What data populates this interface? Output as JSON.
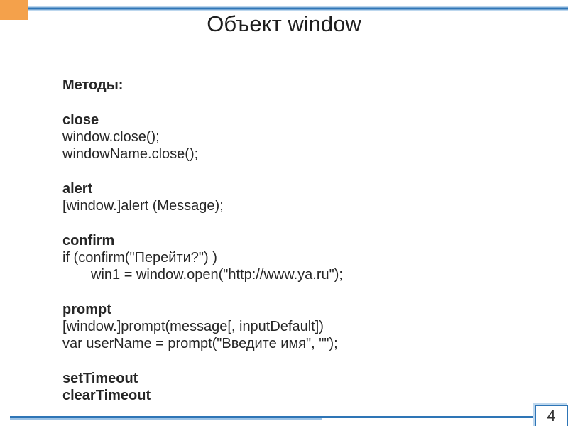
{
  "slide": {
    "title": "Объект window",
    "page_number": "4",
    "colors": {
      "accent_orange": "#F4A14B",
      "accent_blue_dark": "#2E75B6",
      "accent_blue_light": "#BDD7EE",
      "accent_blue_light2": "#9DC3E6",
      "text": "#262626"
    },
    "body": {
      "lines": [
        {
          "text": "Методы:"
        },
        {
          "text": ""
        },
        {
          "text": "close"
        },
        {
          "text": "window.close();"
        },
        {
          "text": "windowName.close();"
        },
        {
          "text": ""
        },
        {
          "text": "alert"
        },
        {
          "text": "[window.]alert (Message);"
        },
        {
          "text": ""
        },
        {
          "text": "confirm"
        },
        {
          "text": "if (confirm(\"Перейти?\") )"
        },
        {
          "text": "win1 = window.open(\"http://www.ya.ru\");"
        },
        {
          "text": ""
        },
        {
          "text": "prompt"
        },
        {
          "text": "[window.]prompt(message[, inputDefault])"
        },
        {
          "text": "var userName = prompt(\"Введите имя\", \"\");"
        },
        {
          "text": ""
        },
        {
          "text": "setTimeout"
        },
        {
          "text": "clearTimeout"
        }
      ]
    }
  }
}
